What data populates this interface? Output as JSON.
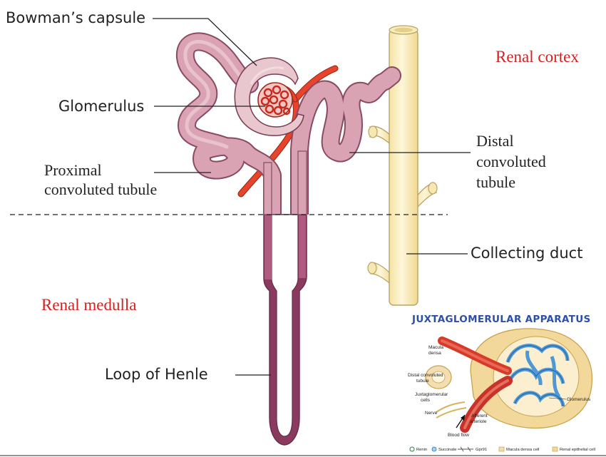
{
  "labels": {
    "bowmans_capsule": "Bowman’s capsule",
    "glomerulus": "Glomerulus",
    "proximal_line1": "Proximal",
    "proximal_line2": "convoluted tubule",
    "distal_line1": "Distal",
    "distal_line2": "convoluted",
    "distal_line3": "tubule",
    "collecting_duct": "Collecting duct",
    "loop_of_henle": "Loop of Henle"
  },
  "regions": {
    "cortex": "Renal cortex",
    "medulla": "Renal medulla"
  },
  "inset": {
    "title": "JUXTAGLOMERULAR APPARATUS",
    "labels": {
      "macula_line1": "Macula",
      "macula_line2": "densa",
      "distal_line1": "Distal convoluted",
      "distal_line2": "tubule",
      "juxta_line1": "Juxtaglomerular",
      "juxta_line2": "cells",
      "nerve": "Nerve",
      "afferent_line1": "Afferent",
      "afferent_line2": "arteriole",
      "blood_flow": "Blood flow",
      "glomerulus": "Glomerulus"
    },
    "key": [
      "Renin",
      "Succinate",
      "Gpr91",
      "Macula densa cell",
      "Renal epithelial cell"
    ]
  },
  "colors": {
    "region_label": "#d42020",
    "inset_title": "#2d4fa8",
    "tubule_fill": "#d9a3b4",
    "tubule_stroke": "#8a4a62",
    "medulla_fill": "#a64d72",
    "artery": "#e8432b",
    "duct_fill": "#fbefc2",
    "duct_stroke": "#b8a36a"
  }
}
